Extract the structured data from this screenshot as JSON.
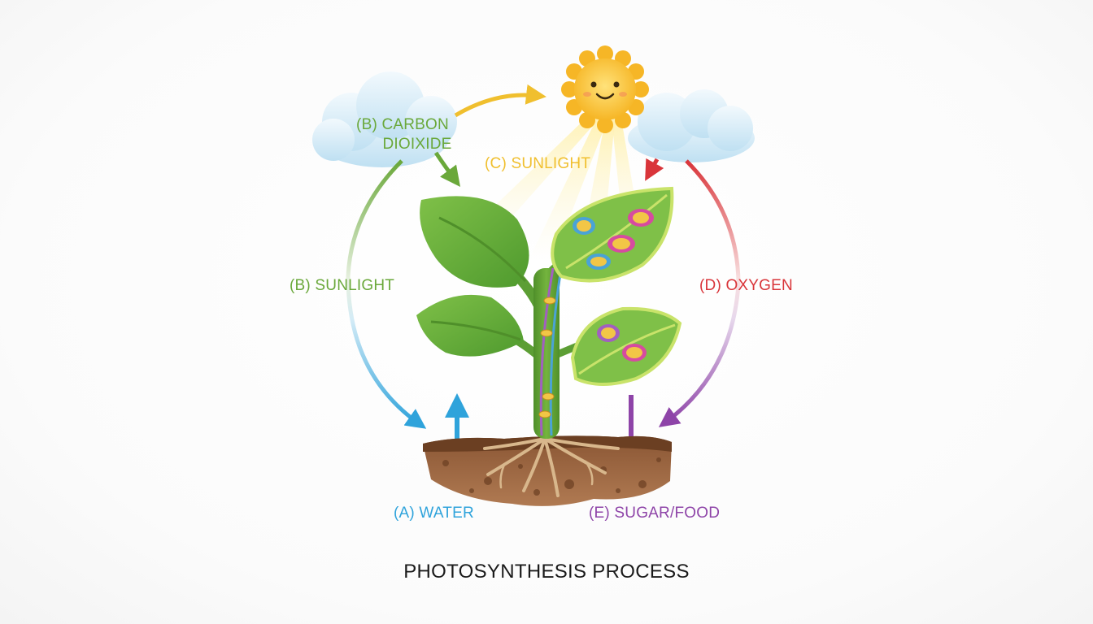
{
  "title": "PHOTOSYNTHESIS PROCESS",
  "labels": {
    "carbon_dioxide_line1": "(B) CARBON",
    "carbon_dioxide_line2": "DIOIXIDE",
    "sunlight_top": "(C) SUNLIGHT",
    "sunlight_left": "(B) SUNLIGHT",
    "oxygen": "(D) OXYGEN",
    "water": "(A) WATER",
    "sugar": "(E) SUGAR/FOOD"
  },
  "colors": {
    "carbon_dioxide": "#6aa83a",
    "sunlight": "#f0bf2e",
    "sunlight_left": "#6aa83a",
    "oxygen": "#d9353a",
    "water": "#2fa3db",
    "sugar": "#8e44a8",
    "leaf": "#6cae3e",
    "soil": "#7a4a2c"
  },
  "icons": [
    "sun-icon",
    "cloud-icon",
    "plant-icon",
    "soil-icon",
    "root-icon"
  ]
}
